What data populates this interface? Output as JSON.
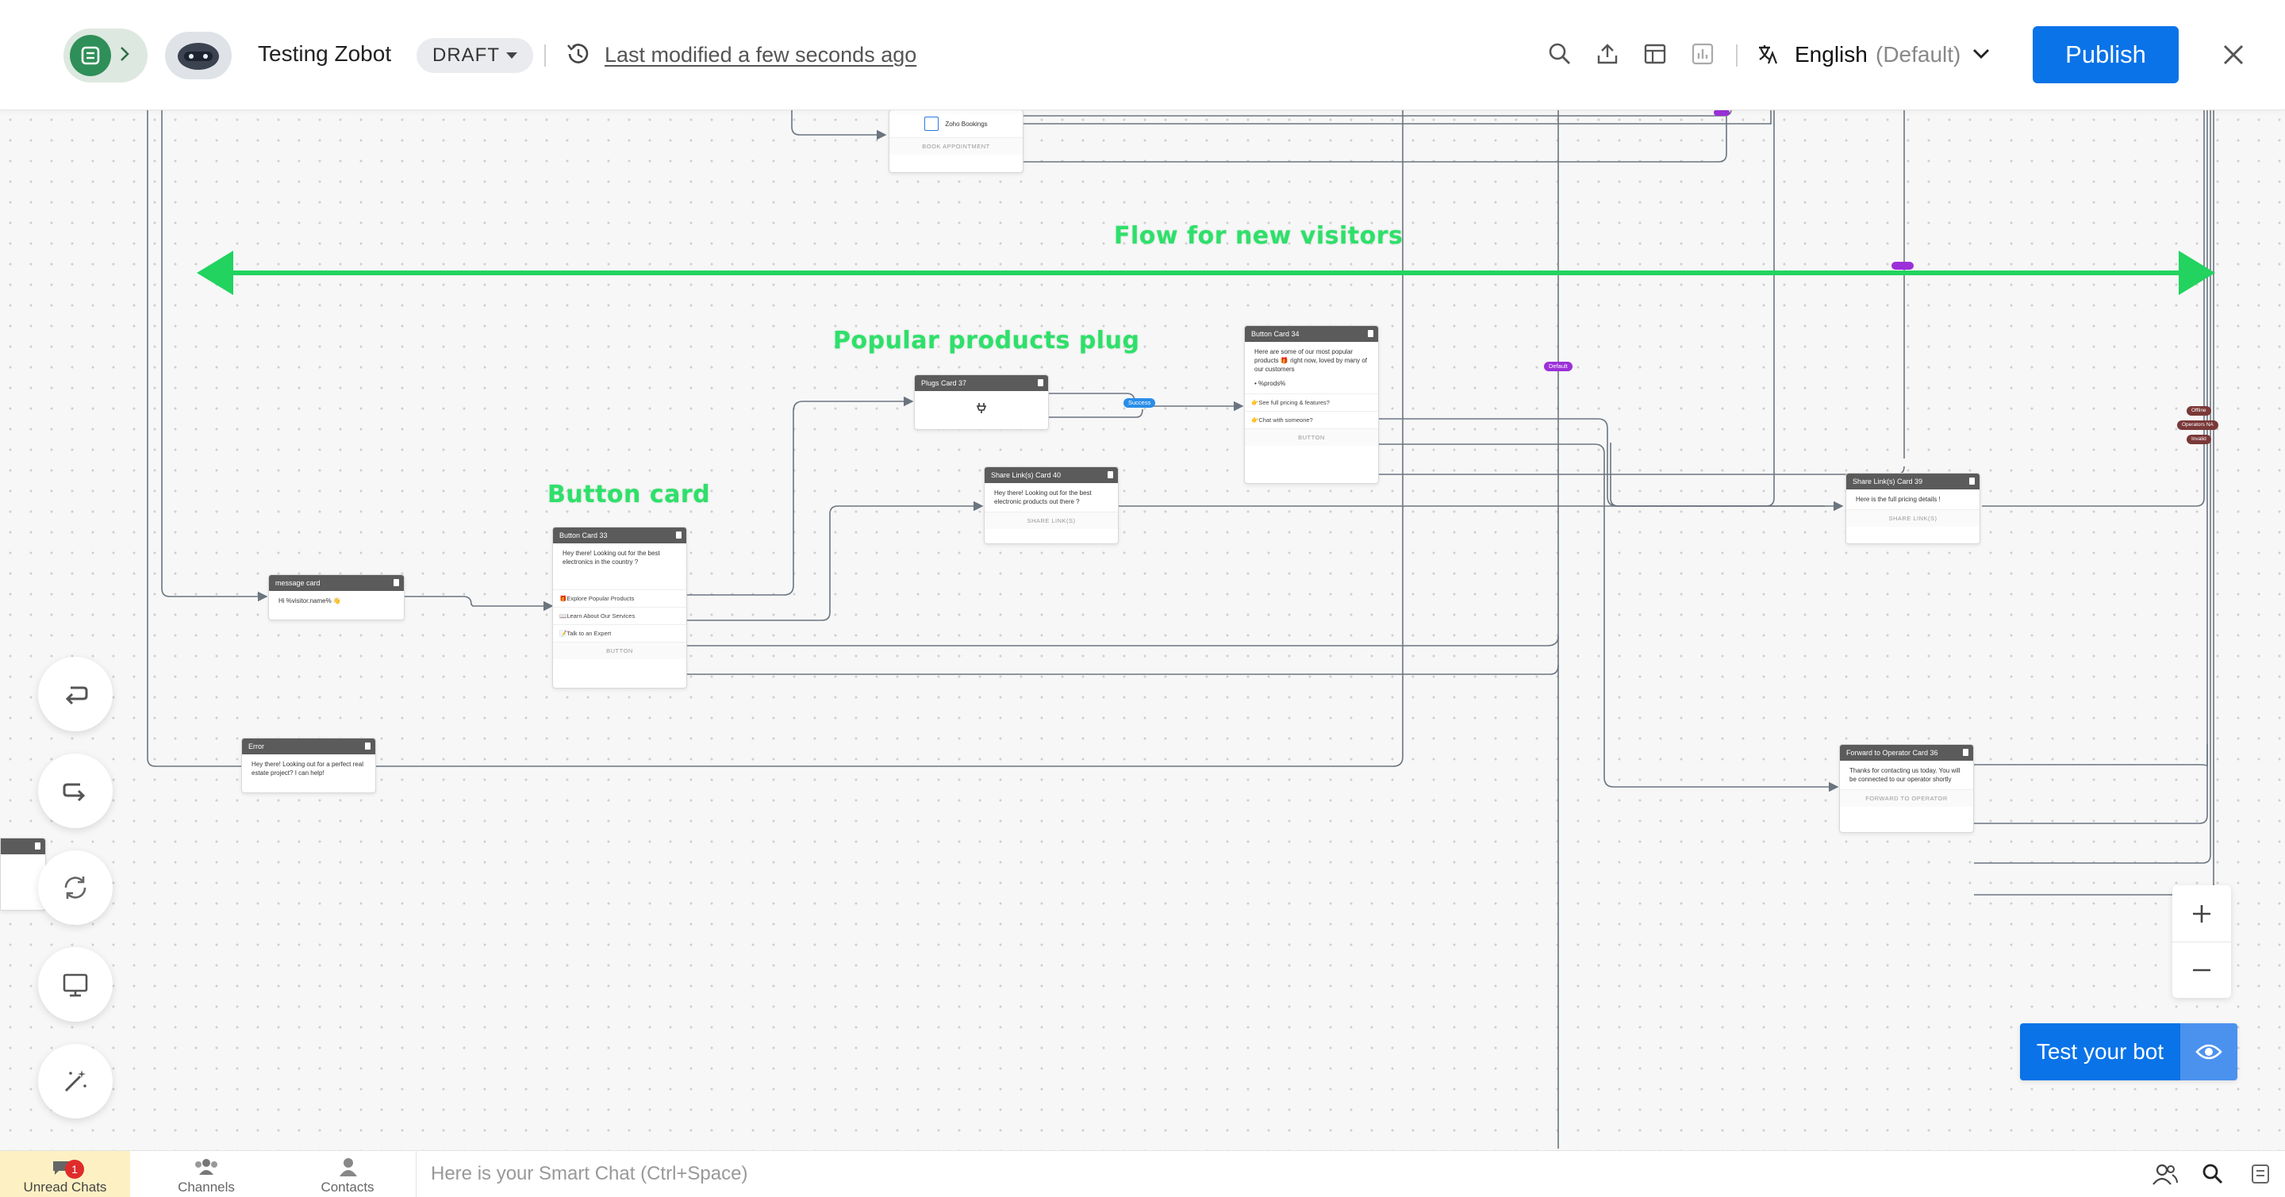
{
  "header": {
    "bot_name": "Testing Zobot",
    "status": "DRAFT",
    "last_modified": "Last modified a few seconds ago",
    "language_name": "English",
    "language_default": "(Default)",
    "publish_label": "Publish",
    "icons": [
      "search-icon",
      "upload-icon",
      "layout-icon",
      "analytics-icon",
      "translate-icon",
      "close-icon"
    ]
  },
  "annotations": {
    "flow": "Flow for new visitors",
    "plug": "Popular products plug",
    "button_card": "Button card"
  },
  "cards": {
    "zoho_bookings": {
      "title": "Zoho Bookings",
      "footer": "BOOK APPOINTMENT"
    },
    "plugs37": {
      "title": "Plugs Card 37"
    },
    "button34": {
      "title": "Button Card 34",
      "text": "Here are some of our most popular products 🎁 right now, loved by many of our customers",
      "link": "• %prods%",
      "options": [
        "👉See full pricing & features?",
        "👉Chat with someone?"
      ],
      "footer": "BUTTON"
    },
    "share40": {
      "title": "Share Link(s) Card 40",
      "text": "Hey there! Looking out for the best electronic products out there ?",
      "footer": "SHARE LINK(S)"
    },
    "share39": {
      "title": "Share Link(s) Card 39",
      "text": "Here is the full pricing details !",
      "footer": "SHARE LINK(S)"
    },
    "message": {
      "title": "message card",
      "text": "Hi %visitor.name% 👋"
    },
    "button33": {
      "title": "Button Card 33",
      "text": "Hey there! Looking out for the best electronics in the country ?",
      "options": [
        "🎁Explore Popular Products",
        "📖Learn About Our Services",
        "📝Talk to an Expert"
      ],
      "footer": "BUTTON"
    },
    "error": {
      "title": "Error",
      "text": "Hey there! Looking out for a perfect real estate project? I can help!"
    },
    "forward36": {
      "title": "Forward to Operator Card 36",
      "text": "Thanks for contacting us today. You will be connected to our operator shortly",
      "footer": "FORWARD TO OPERATOR"
    }
  },
  "tags": {
    "success": "Success",
    "default": "Default",
    "offline": "Offline",
    "operators_na": "Operators NA",
    "invalid": "Invalid"
  },
  "tools": [
    "undo-icon",
    "redo-icon",
    "refresh-icon",
    "preview-icon",
    "magic-wand-icon"
  ],
  "test_bot_label": "Test your bot",
  "bottom": {
    "unread_label": "Unread Chats",
    "unread_count": "1",
    "channels_label": "Channels",
    "contacts_label": "Contacts",
    "smart_chat_placeholder": "Here is your Smart Chat (Ctrl+Space)"
  },
  "colors": {
    "accent": "#0a73e8",
    "annotation": "#2ee06a",
    "brand_green": "#2f8f58",
    "tag_purple": "#9b30d9",
    "tag_blue": "#2a8de8"
  }
}
